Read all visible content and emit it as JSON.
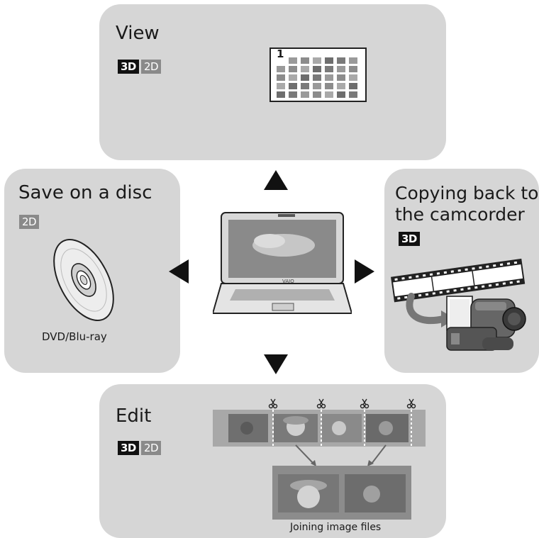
{
  "panels": {
    "view": {
      "title": "View",
      "badges": [
        "3D",
        "2D"
      ],
      "index_number": "1"
    },
    "save": {
      "title": "Save on a disc",
      "badges": [
        "2D"
      ],
      "caption": "DVD/Blu-ray"
    },
    "copy": {
      "title": "Copying back to\nthe camcorder",
      "badges": [
        "3D"
      ]
    },
    "edit": {
      "title": "Edit",
      "badges": [
        "3D",
        "2D"
      ],
      "caption": "Joining image files"
    }
  },
  "laptop": {
    "brand": "VAIO"
  },
  "colors": {
    "panel_bg": "#d6d6d6",
    "badge_3d": "#111111",
    "badge_2d": "#8a8a8a",
    "arrow": "#111111"
  },
  "icons": [
    "arrow-up-icon",
    "arrow-down-icon",
    "arrow-left-icon",
    "arrow-right-icon",
    "scissors-icon",
    "disc-icon",
    "laptop-icon",
    "camcorder-icon"
  ]
}
